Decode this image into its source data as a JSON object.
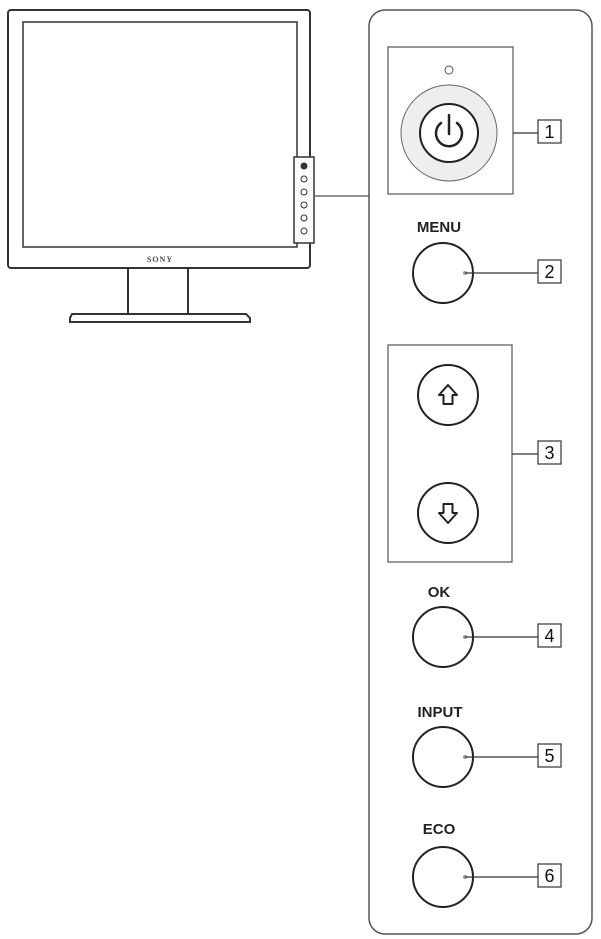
{
  "monitor": {
    "brand": "SONY"
  },
  "callouts": [
    {
      "number": "1",
      "label": "",
      "icon": "power-icon"
    },
    {
      "number": "2",
      "label": "MENU"
    },
    {
      "number": "3",
      "label": "",
      "icons": [
        "arrow-up-icon",
        "arrow-down-icon"
      ]
    },
    {
      "number": "4",
      "label": "OK"
    },
    {
      "number": "5",
      "label": "INPUT"
    },
    {
      "number": "6",
      "label": "ECO"
    }
  ]
}
